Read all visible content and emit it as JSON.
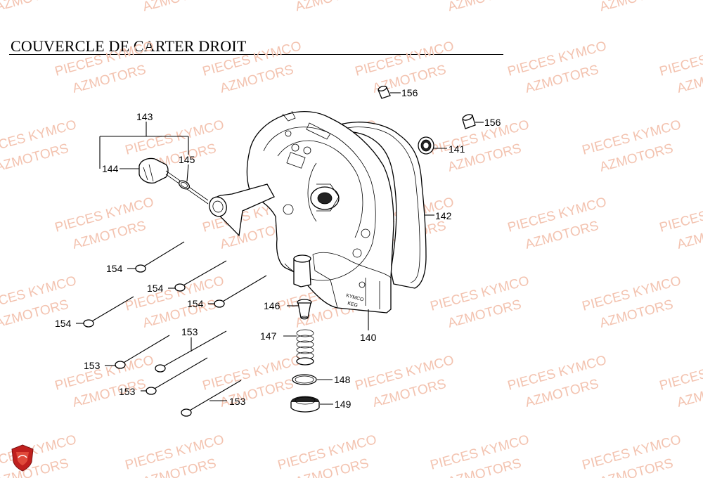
{
  "title": "COUVERCLE DE CARTER DROIT",
  "watermark": {
    "line1": "PIECES KYMCO",
    "line2": "AZMOTORS",
    "color": "#f3c3b0"
  },
  "cover_text": {
    "line1": "KYMCO",
    "line2": "KEG"
  },
  "callouts": {
    "c140": "140",
    "c141": "141",
    "c142": "142",
    "c143": "143",
    "c144": "144",
    "c145": "145",
    "c146": "146",
    "c147": "147",
    "c148": "148",
    "c149": "149",
    "c153a": "153",
    "c153b": "153",
    "c153c": "153",
    "c153d": "153",
    "c154a": "154",
    "c154b": "154",
    "c154c": "154",
    "c154d": "154",
    "c156a": "156",
    "c156b": "156"
  },
  "logo": {
    "name": "azmotors-shield-icon",
    "color": "#c0201e"
  }
}
